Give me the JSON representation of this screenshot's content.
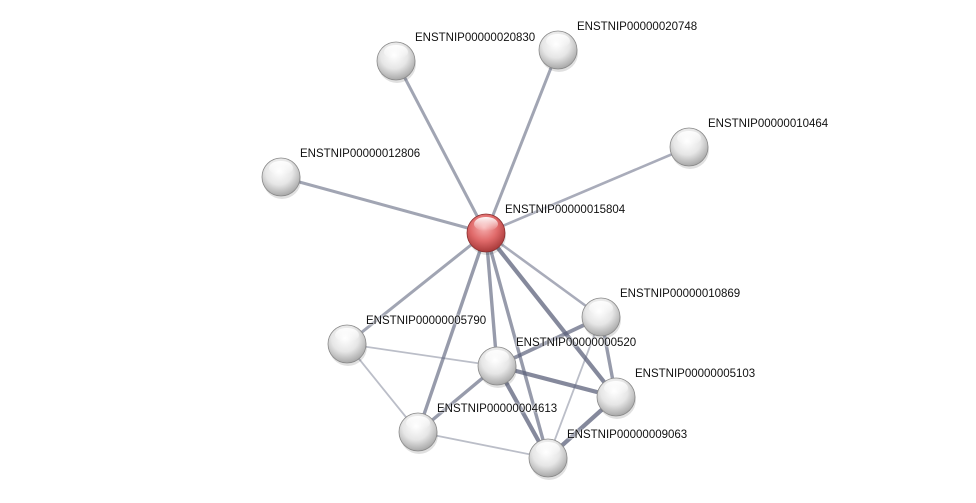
{
  "network": {
    "nodes": [
      {
        "id": "ENSTNIP00000015804",
        "query": true
      },
      {
        "id": "ENSTNIP00000020830"
      },
      {
        "id": "ENSTNIP00000020748"
      },
      {
        "id": "ENSTNIP00000010464"
      },
      {
        "id": "ENSTNIP00000012806"
      },
      {
        "id": "ENSTNIP00000010869"
      },
      {
        "id": "ENSTNIP00000005790"
      },
      {
        "id": "ENSTNIP00000000520"
      },
      {
        "id": "ENSTNIP00000005103"
      },
      {
        "id": "ENSTNIP00000004613"
      },
      {
        "id": "ENSTNIP00000009063"
      }
    ],
    "edges": [
      {
        "a": 0,
        "b": 1,
        "strength": 0.5
      },
      {
        "a": 0,
        "b": 2,
        "strength": 0.5
      },
      {
        "a": 0,
        "b": 3,
        "strength": 0.4
      },
      {
        "a": 0,
        "b": 4,
        "strength": 0.5
      },
      {
        "a": 0,
        "b": 5,
        "strength": 0.4
      },
      {
        "a": 0,
        "b": 6,
        "strength": 0.5
      },
      {
        "a": 0,
        "b": 7,
        "strength": 0.6
      },
      {
        "a": 0,
        "b": 8,
        "strength": 0.8
      },
      {
        "a": 0,
        "b": 9,
        "strength": 0.6
      },
      {
        "a": 0,
        "b": 10,
        "strength": 0.6
      },
      {
        "a": 5,
        "b": 7,
        "strength": 0.7
      },
      {
        "a": 5,
        "b": 8,
        "strength": 0.6
      },
      {
        "a": 5,
        "b": 10,
        "strength": 0.2
      },
      {
        "a": 7,
        "b": 8,
        "strength": 0.8
      },
      {
        "a": 7,
        "b": 9,
        "strength": 0.6
      },
      {
        "a": 7,
        "b": 10,
        "strength": 0.8
      },
      {
        "a": 6,
        "b": 7,
        "strength": 0.2
      },
      {
        "a": 6,
        "b": 9,
        "strength": 0.2
      },
      {
        "a": 9,
        "b": 10,
        "strength": 0.2
      },
      {
        "a": 8,
        "b": 10,
        "strength": 0.8
      }
    ],
    "colors": {
      "query_node": "#e06060",
      "node": "#d8d8d8",
      "edge": "#5a607a"
    }
  }
}
